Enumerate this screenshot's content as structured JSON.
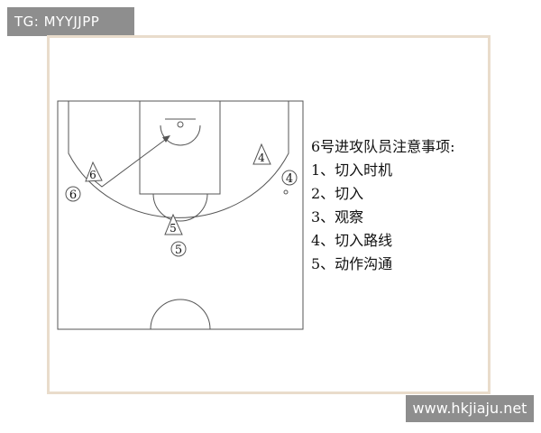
{
  "tag_text": "TG: MYYJJPP",
  "watermark_text": "www.hkjiaju.net",
  "notes": {
    "title": "6号进攻队员注意事项:",
    "items": [
      "1、切入时机",
      "2、切入",
      "3、观察",
      "4、切入路线",
      "5、动作沟通"
    ]
  },
  "players": {
    "offense_6": "6",
    "defense_6": "6",
    "offense_4": "4",
    "defense_4": "4",
    "offense_5": "5",
    "defense_5": "5"
  },
  "colors": {
    "line": "#555555",
    "frame": "#e9dccb",
    "label_bg": "#8e8e8e"
  }
}
